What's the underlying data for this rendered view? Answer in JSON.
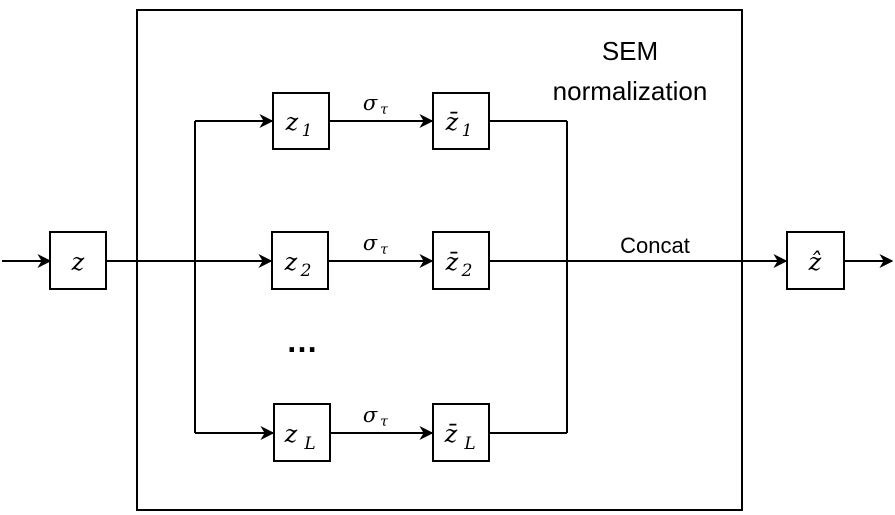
{
  "module": {
    "title_line1": "SEM",
    "title_line2": "normalization"
  },
  "input": {
    "symbol": "z"
  },
  "output": {
    "symbol": "ẑ"
  },
  "branches": [
    {
      "symbol": "z",
      "sub": "1",
      "activation": "σ",
      "activation_sub": "τ",
      "out_symbol": "z̄",
      "out_sub": "1"
    },
    {
      "symbol": "z",
      "sub": "2",
      "activation": "σ",
      "activation_sub": "τ",
      "out_symbol": "z̄",
      "out_sub": "2"
    },
    {
      "symbol": "z",
      "sub": "L",
      "activation": "σ",
      "activation_sub": "τ",
      "out_symbol": "z̄",
      "out_sub": "L"
    }
  ],
  "ellipsis": "…",
  "merge_label": "Concat"
}
